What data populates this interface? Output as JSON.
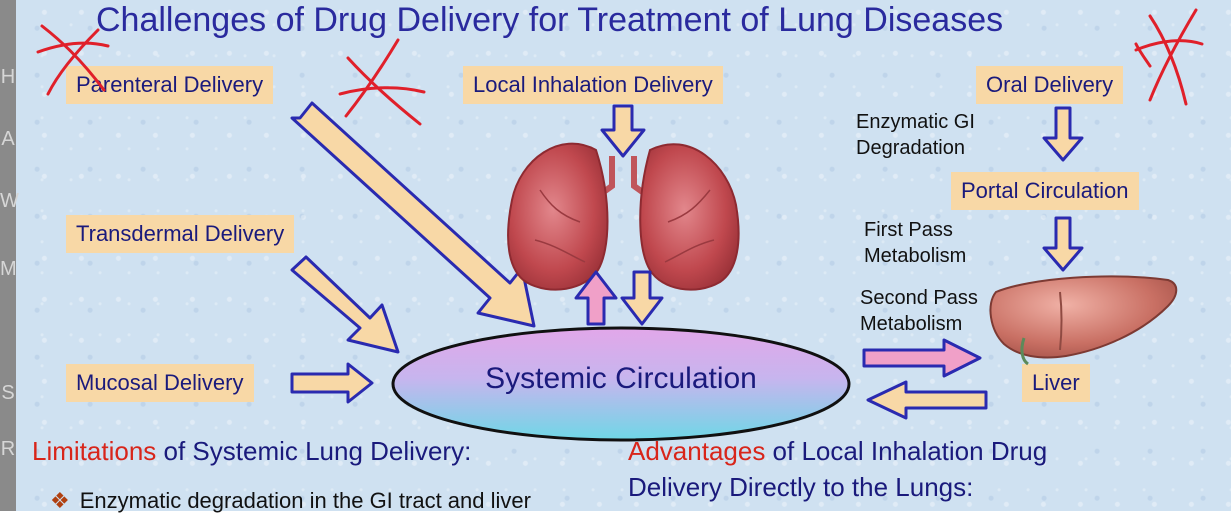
{
  "title": "Challenges of Drug Delivery for Treatment of Lung Diseases",
  "side_strip_letters": [
    "H",
    "A",
    "W",
    "M",
    "S",
    "R"
  ],
  "boxes": {
    "parenteral": "Parenteral Delivery",
    "local_inhalation": "Local Inhalation Delivery",
    "oral": "Oral Delivery",
    "portal": "Portal Circulation",
    "transdermal": "Transdermal Delivery",
    "mucosal": "Mucosal Delivery",
    "liver": "Liver"
  },
  "labels": {
    "enzymatic_gi": "Enzymatic GI",
    "degradation": "Degradation",
    "first_pass": "First Pass",
    "metabolism_1": "Metabolism",
    "second_pass": "Second Pass",
    "metabolism_2": "Metabolism"
  },
  "systemic": "Systemic Circulation",
  "limitations": {
    "keyword": "Limitations",
    "rest": " of Systemic Lung Delivery:",
    "bullet": "Enzymatic degradation in the GI tract and liver"
  },
  "advantages": {
    "keyword": "Advantages",
    "rest": " of Local Inhalation Drug",
    "line2": "Delivery Directly to the Lungs:"
  },
  "colors": {
    "box_fill": "#f8d8a6",
    "arrow_fill": "#f8d8a6",
    "arrow_stroke": "#2a2ab0",
    "pink_arrow": "#f0a0c8",
    "annotation_red": "#e0202a",
    "title": "#2a2a9e"
  }
}
